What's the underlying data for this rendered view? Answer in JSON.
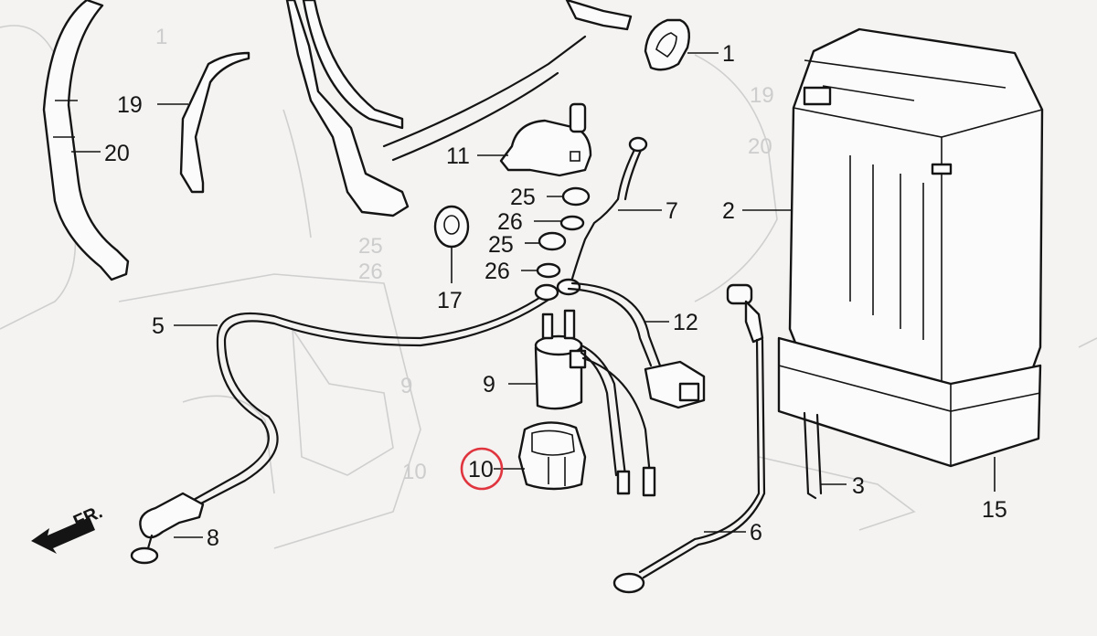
{
  "callouts": [
    {
      "id": "1",
      "text": "1"
    },
    {
      "id": "2",
      "text": "2"
    },
    {
      "id": "3",
      "text": "3"
    },
    {
      "id": "5",
      "text": "5"
    },
    {
      "id": "6",
      "text": "6"
    },
    {
      "id": "7",
      "text": "7"
    },
    {
      "id": "8",
      "text": "8"
    },
    {
      "id": "9",
      "text": "9"
    },
    {
      "id": "10",
      "text": "10"
    },
    {
      "id": "11",
      "text": "11"
    },
    {
      "id": "12",
      "text": "12"
    },
    {
      "id": "15",
      "text": "15"
    },
    {
      "id": "17",
      "text": "17"
    },
    {
      "id": "19",
      "text": "19"
    },
    {
      "id": "20",
      "text": "20"
    },
    {
      "id": "25a",
      "text": "25"
    },
    {
      "id": "26a",
      "text": "26"
    },
    {
      "id": "25b",
      "text": "25"
    },
    {
      "id": "26b",
      "text": "26"
    }
  ],
  "direction_marker": "FR.",
  "highlight": {
    "callout": "10",
    "color": "#e0353f"
  },
  "colors": {
    "ink": "#141414",
    "ghost": "#cfcfcf",
    "paper": "#f4f3f1"
  }
}
